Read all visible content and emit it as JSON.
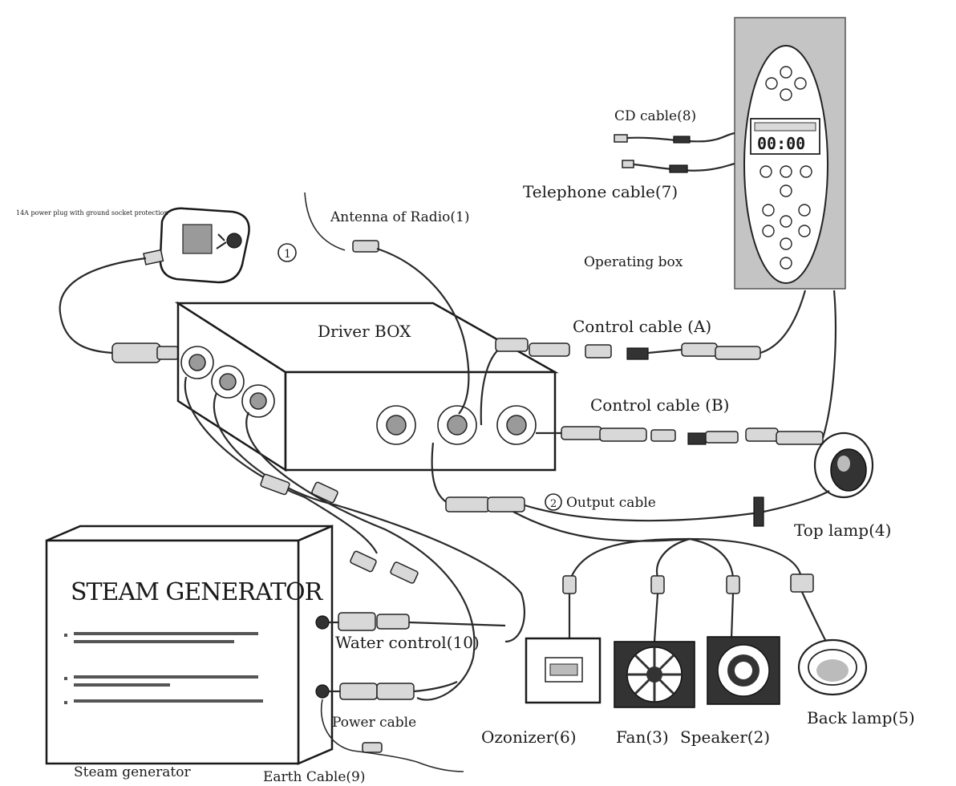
{
  "labels": {
    "cd_cable": "CD cable(8)",
    "telephone_cable": "Telephone cable(7)",
    "antenna": "Antenna of Radio(1)",
    "power_plug_note": "14A power plug with ground socket protection",
    "item_1_marker": "1",
    "operating_box": "Operating box",
    "driver_box": "Driver BOX",
    "control_cable_a": "Control cable (A)",
    "control_cable_b": "Control cable (B)",
    "output_cable": "Output cable",
    "output_marker": "2",
    "top_lamp": "Top lamp(4)",
    "steam_generator_title": "STEAM GENERATOR",
    "water_control": "Water control(10)",
    "power_cable": "Power cable",
    "earth_cable": "Earth Cable(9)",
    "steam_generator_caption": "Steam generator",
    "ozonizer": "Ozonizer(6)",
    "fan": "Fan(3)",
    "speaker": "Speaker(2)",
    "back_lamp": "Back lamp(5)"
  },
  "display": {
    "digits": "00:00"
  },
  "colors": {
    "ink": "#1a1a1a",
    "panel_gray": "#c4c4c4"
  }
}
